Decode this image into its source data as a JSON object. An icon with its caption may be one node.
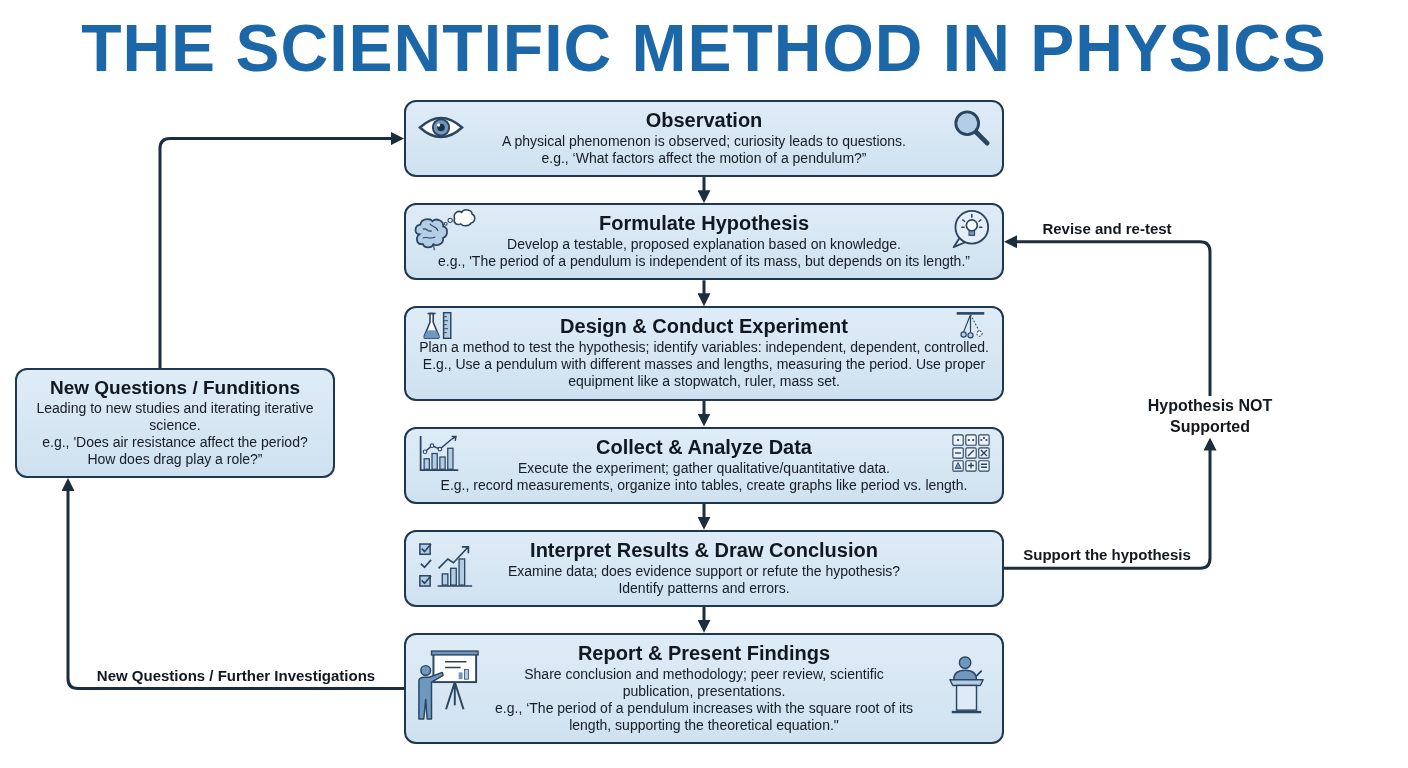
{
  "diagram": {
    "title": "THE SCIENTIFIC METHOD IN PHYSICS",
    "nodes": [
      {
        "text": [
          "Observation",
          "A physical phenomenon is observed; curiosity leads to questions.",
          "e.g., ‘What factors affect the motion of a pendulum?”"
        ]
      },
      {
        "text": [
          "Formulate Hypothesis",
          "Develop a testable, proposed explanation based on knowledge.",
          "e.g., 'The period of a pendulum is independent of its mass, but depends on its length.”"
        ]
      },
      {
        "text": [
          "Design & Conduct Experiment",
          "Plan a method to test the hypothesis; identify variables: independent, dependent, controlled. E.g., Use a pendulum with different masses and lengths, measuring the period. Use proper equipment like a stopwatch, ruler, mass set."
        ]
      },
      {
        "text": [
          "Collect & Analyze Data",
          "Execute the experiment; gather qualitative/quantitative data.",
          "E.g., record measurements, organize into tables, create graphs like period vs. length."
        ]
      },
      {
        "text": [
          "Interpret Results & Draw Conclusion",
          "Examine data; does evidence support or refute the hypothesis? Identify patterns and errors."
        ]
      },
      {
        "text": [
          "Report & Present Findings",
          "Share conclusion and methodology; peer review, scientific publication, presentations.",
          "e.g., ‘The period of a pendulum increases with the square root of its length, supporting the theoretical equation.\""
        ]
      },
      {
        "text": [
          "New Questions / Funditions",
          "Leading to new studies and iterating iterative science.",
          "e.g., 'Does air resistance affect the period? How does drag play a role?”"
        ]
      },
      {
        "text": [
          "Hypothesis NOT Supported"
        ]
      }
    ],
    "edges": [
      {
        "from": 0,
        "to": 1,
        "arrow": "to"
      },
      {
        "from": 1,
        "to": 2,
        "arrow": "to"
      },
      {
        "from": 2,
        "to": 3,
        "arrow": "to"
      },
      {
        "from": 3,
        "to": 4,
        "arrow": "to"
      },
      {
        "from": 4,
        "to": 5,
        "arrow": "to"
      },
      {
        "from": 4,
        "to": 7,
        "arrow": "to",
        "label": "Support the hypothesis"
      },
      {
        "from": 7,
        "to": 1,
        "arrow": "to",
        "label": "Revise and re-test"
      },
      {
        "from": 5,
        "to": 6,
        "arrow": "to",
        "label": "New Questions / Further Investigations"
      },
      {
        "from": 6,
        "to": 0,
        "arrow": "to"
      }
    ]
  }
}
